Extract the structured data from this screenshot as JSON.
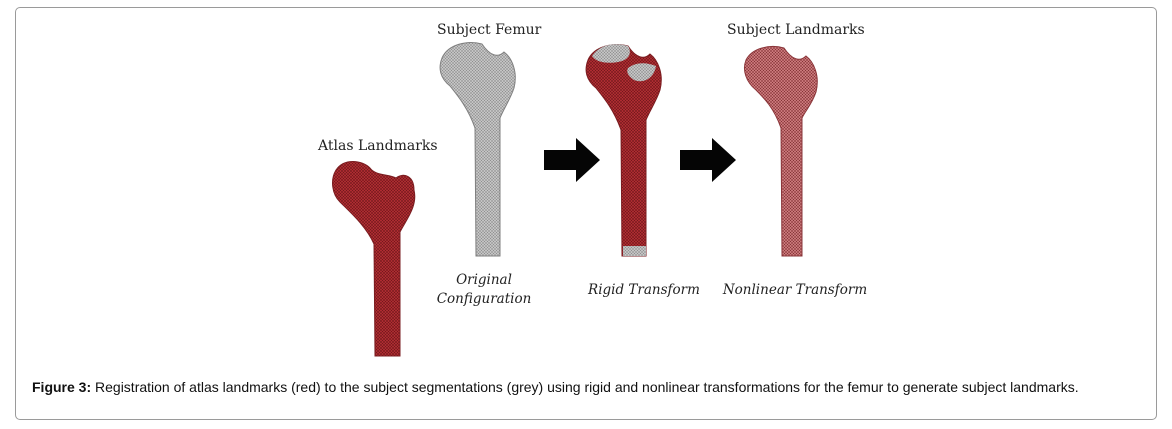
{
  "figure": {
    "panels": [
      {
        "id": "atlas",
        "title": "Atlas Landmarks",
        "subtitle_lines": []
      },
      {
        "id": "subject",
        "title": "Subject Femur",
        "subtitle_lines": [
          "Original",
          "Configuration"
        ]
      },
      {
        "id": "rigid",
        "title": "",
        "subtitle_lines": [
          "Rigid Transform"
        ]
      },
      {
        "id": "nonlinear",
        "title": "Subject Landmarks",
        "subtitle_lines": [
          "Nonlinear Transform"
        ]
      }
    ],
    "colors": {
      "landmarks_red": "#a42a2f",
      "segmentation_grey": "#bdbdbd",
      "arrow": "#050505",
      "frame_border": "#9a9a9a"
    },
    "icons": {
      "arrow": "right-arrow-icon",
      "bone": "femur-bone-icon"
    }
  },
  "caption": {
    "label": "Figure 3:",
    "text": " Registration of atlas landmarks (red) to the subject segmentations (grey) using rigid and nonlinear transformations for the femur to generate subject landmarks."
  }
}
